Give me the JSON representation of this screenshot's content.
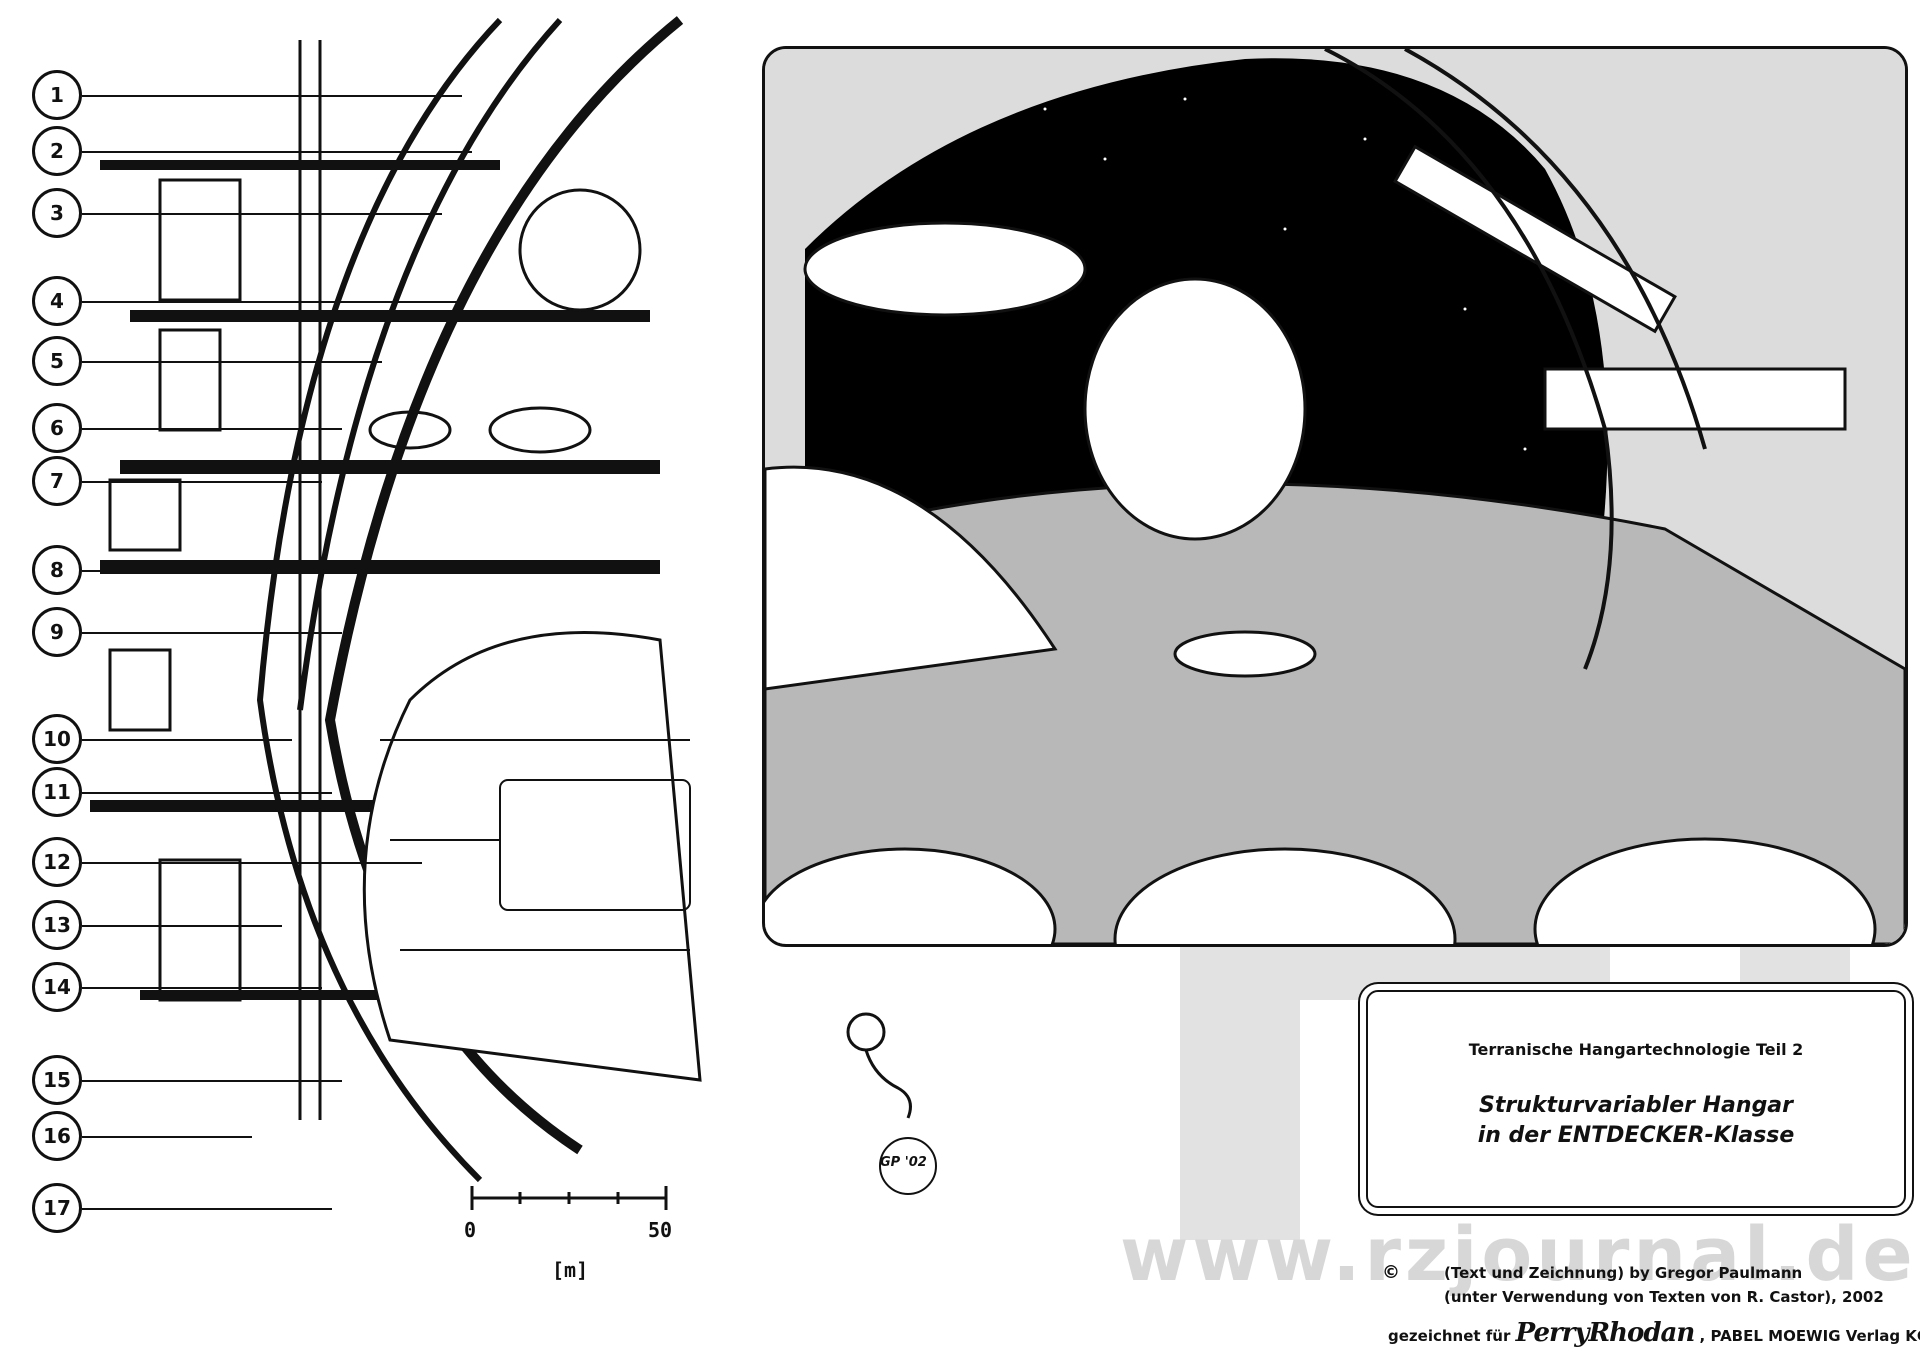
{
  "labels": [
    "1",
    "2",
    "3",
    "4",
    "5",
    "6",
    "7",
    "8",
    "9",
    "10",
    "11",
    "12",
    "13",
    "14",
    "15",
    "16",
    "17"
  ],
  "scale": {
    "zero": "0",
    "fifty": "50",
    "unit": "[m]"
  },
  "info_box": {
    "series": "Terranische Hangartechnologie Teil 2",
    "title_line1": "Strukturvariabler Hangar",
    "title_line2": "in der ENTDECKER-Klasse"
  },
  "credits": {
    "copyright_symbol": "©",
    "line1": "(Text und Zeichnung) by Gregor Paulmann",
    "line2": "(unter Verwendung von Texten von R. Castor), 2002",
    "line3_prefix": "gezeichnet für",
    "brand": "PerryRhodan",
    "line3_suffix": ", PABEL MOEWIG Verlag KG"
  },
  "signature": "GP '02",
  "watermark": "www.rzjournal.de",
  "colors": {
    "ink": "#111111",
    "paper": "#ffffff",
    "space": "#000000",
    "watermark": "#d7d7d7"
  }
}
